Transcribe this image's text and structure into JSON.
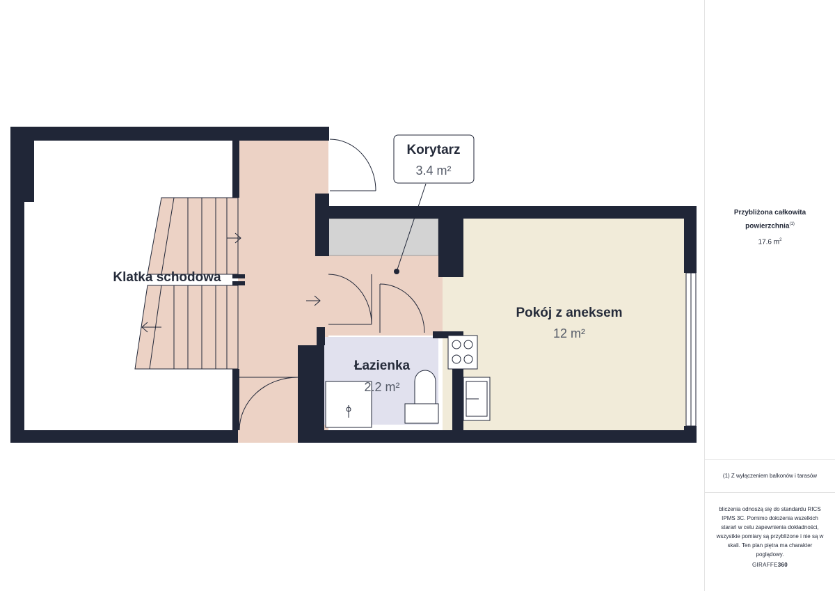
{
  "rooms": {
    "stairwell": {
      "name": "Klatka schodowa"
    },
    "corridor": {
      "name": "Korytarz",
      "area": "3.4 m²"
    },
    "bathroom": {
      "name": "Łazienka",
      "area": "2.2 m²"
    },
    "room": {
      "name": "Pokój z aneksem",
      "area": "12 m²"
    }
  },
  "sidebar": {
    "total_title": "Przybliżona całkowita powierzchnia",
    "total_footnote_mark": "(1)",
    "total_value": "17.6",
    "total_unit": "m",
    "total_unit_exp": "2",
    "footnote": "(1) Z wyłączeniem balkonów i tarasów",
    "disclaimer": "bliczenia odnoszą się do standardu RICS IPMS 3C. Pomimo dołożenia wszelkich starań w celu zapewnienia dokładności, wszystkie pomiary są przybliżone i nie są w skali. Ten plan piętra ma charakter poglądowy.",
    "brand_light": "GIRAFFE",
    "brand_bold": "360"
  },
  "colors": {
    "wall": "#202637",
    "corridor": "#ecd2c5",
    "room": "#f1ebd9",
    "bathroom": "#e1e1ee",
    "built_in": "#d3d3d3",
    "text": "#252b3a",
    "muted": "#555b68"
  }
}
